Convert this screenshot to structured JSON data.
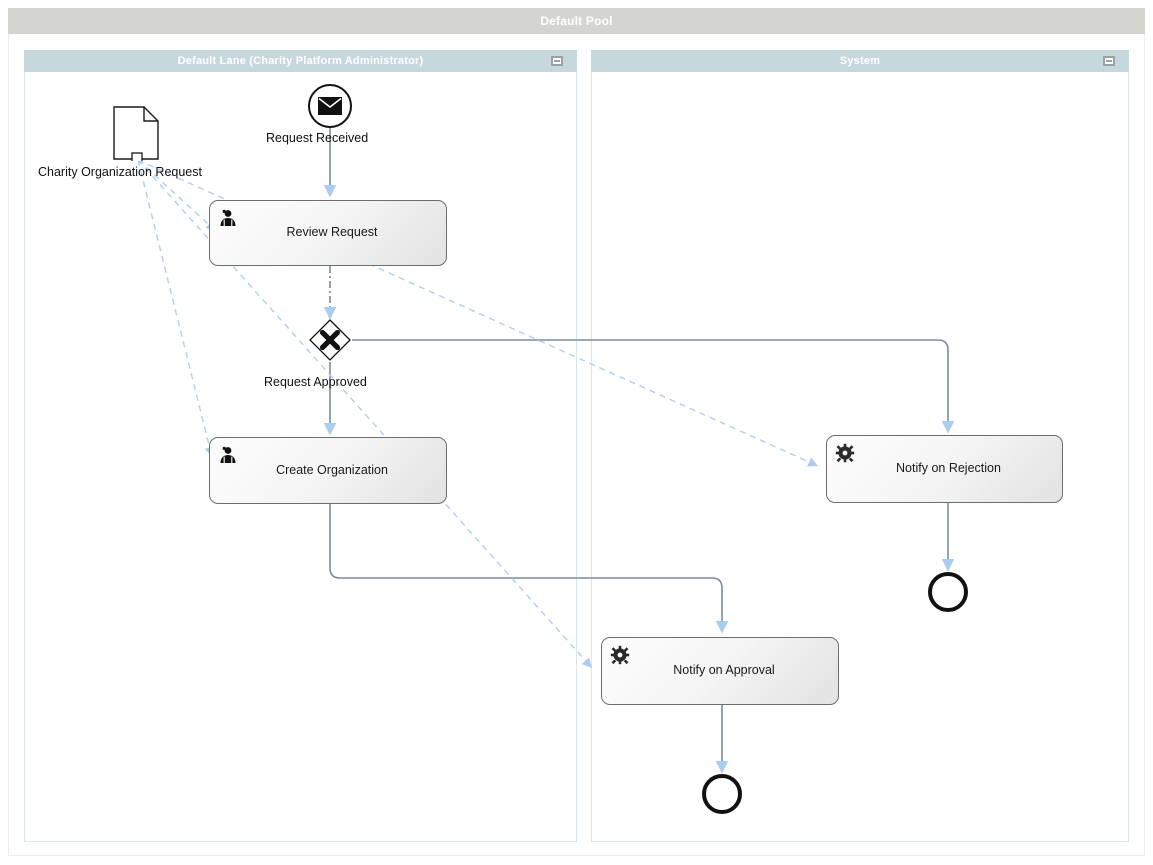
{
  "pool": {
    "title": "Default Pool",
    "header_color": "#d5d5d0"
  },
  "lanes": [
    {
      "id": "lane-administrator",
      "title": "Default Lane (Charity Platform Administrator)",
      "header_color": "#c7d8dd",
      "collapse_icon": "minimize-icon"
    },
    {
      "id": "lane-system",
      "title": "System",
      "header_color": "#c7d8dd",
      "collapse_icon": "minimize-icon"
    }
  ],
  "events": [
    {
      "id": "start-request-received",
      "label": "Request Received",
      "type": "message-start-event",
      "icon": "envelope-icon"
    },
    {
      "id": "end-rejection",
      "label": "",
      "type": "end-event"
    },
    {
      "id": "end-approval",
      "label": "",
      "type": "end-event"
    }
  ],
  "gateways": [
    {
      "id": "gateway-request-approved",
      "label": "Request Approved",
      "type": "exclusive-gateway",
      "icon": "x-mark-icon"
    }
  ],
  "tasks": [
    {
      "id": "task-review-request",
      "label": "Review  Request",
      "type": "user-task",
      "icon": "user-icon",
      "lane": "lane-administrator"
    },
    {
      "id": "task-create-organization",
      "label": "Create Organization",
      "type": "user-task",
      "icon": "user-icon",
      "lane": "lane-administrator"
    },
    {
      "id": "task-notify-on-rejection",
      "label": "Notify on Rejection",
      "type": "service-task",
      "icon": "gear-icon",
      "lane": "lane-system"
    },
    {
      "id": "task-notify-on-approval",
      "label": "Notify on Approval",
      "type": "service-task",
      "icon": "gear-icon",
      "lane": "lane-system"
    }
  ],
  "data_objects": [
    {
      "id": "data-charity-organization-request",
      "label": "Charity Organization Request",
      "type": "data-object",
      "icon": "document-icon"
    }
  ],
  "colors": {
    "sequence_flow": "#7b8b99",
    "data_association": "#b3cdeb",
    "arrow_head": "#aaccee",
    "task_border": "#6d6d6d",
    "lane_border": "#dce6ea",
    "event_stroke": "#111111"
  }
}
